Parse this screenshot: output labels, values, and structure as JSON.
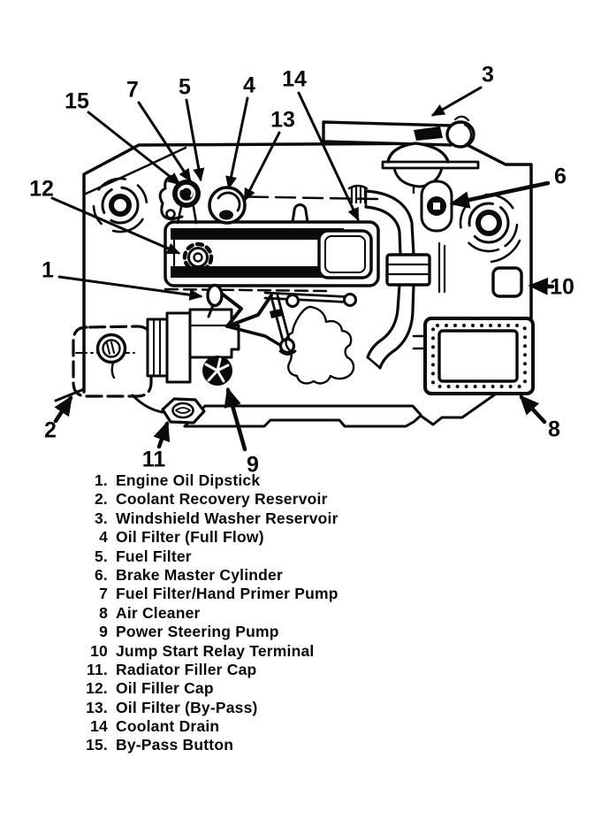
{
  "colors": {
    "ink": "#0a0a0a",
    "paper": "#ffffff"
  },
  "diagram": {
    "callouts": [
      {
        "number": "1"
      },
      {
        "number": "2"
      },
      {
        "number": "3"
      },
      {
        "number": "4"
      },
      {
        "number": "5"
      },
      {
        "number": "6"
      },
      {
        "number": "7"
      },
      {
        "number": "8"
      },
      {
        "number": "9"
      },
      {
        "number": "10"
      },
      {
        "number": "11"
      },
      {
        "number": "12"
      },
      {
        "number": "13"
      },
      {
        "number": "14"
      },
      {
        "number": "15"
      }
    ]
  },
  "legend": {
    "items": [
      {
        "number": "1.",
        "label": "Engine Oil Dipstick"
      },
      {
        "number": "2.",
        "label": "Coolant Recovery Reservoir"
      },
      {
        "number": "3.",
        "label": "Windshield Washer Reservoir"
      },
      {
        "number": "4",
        "label": "Oil Filter (Full Flow)"
      },
      {
        "number": "5.",
        "label": "Fuel Filter"
      },
      {
        "number": "6.",
        "label": "Brake Master Cylinder"
      },
      {
        "number": "7",
        "label": "Fuel Filter/Hand Primer Pump"
      },
      {
        "number": "8",
        "label": "Air Cleaner"
      },
      {
        "number": "9",
        "label": "Power Steering Pump"
      },
      {
        "number": "10",
        "label": "Jump Start Relay Terminal"
      },
      {
        "number": "11.",
        "label": "Radiator Filler Cap"
      },
      {
        "number": "12.",
        "label": "Oil Filler Cap"
      },
      {
        "number": "13.",
        "label": "Oil Filter (By-Pass)"
      },
      {
        "number": "14",
        "label": "Coolant Drain"
      },
      {
        "number": "15.",
        "label": "By-Pass Button"
      }
    ]
  }
}
